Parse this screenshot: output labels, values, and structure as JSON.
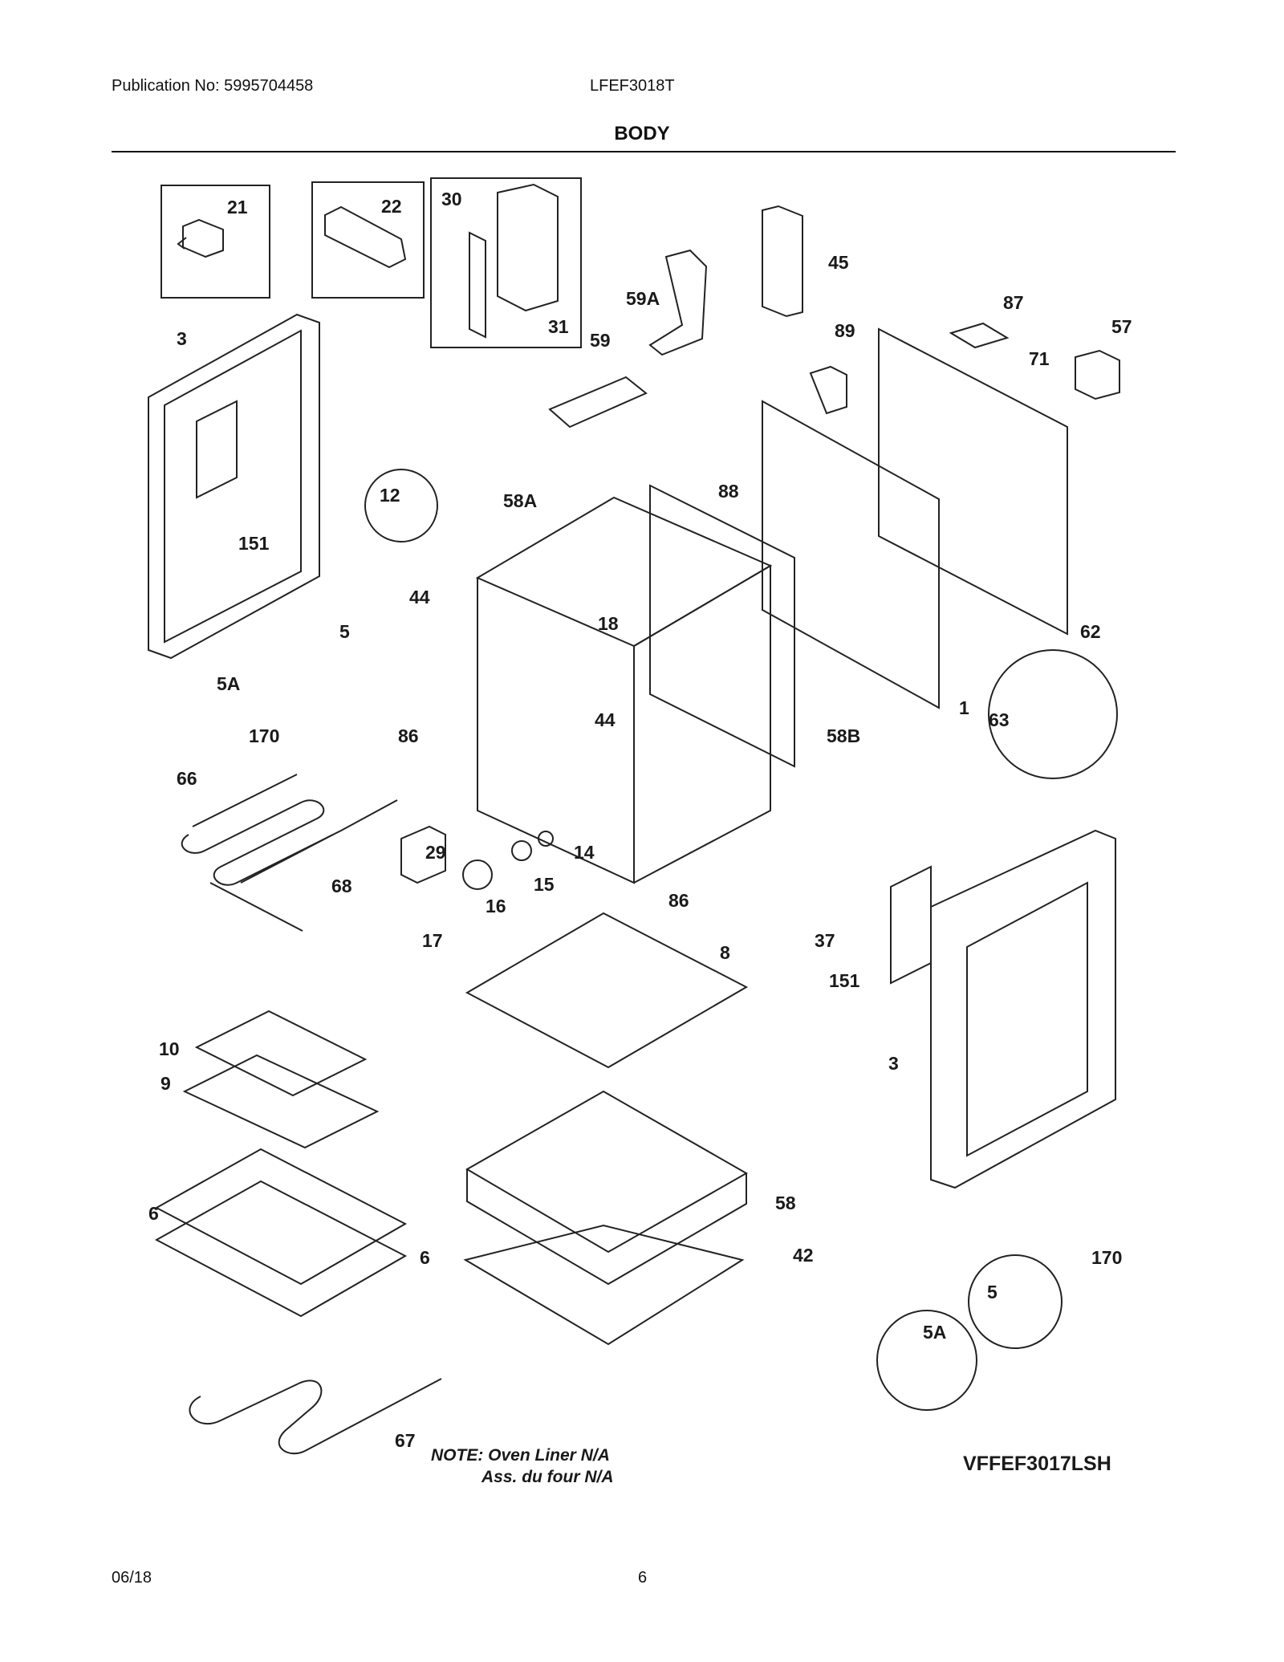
{
  "header": {
    "publication": "Publication No: 5995704458",
    "model": "LFEF3018T",
    "section_title": "BODY"
  },
  "footer": {
    "date": "06/18",
    "page_number": "6"
  },
  "diagram": {
    "callouts": [
      "21",
      "22",
      "30",
      "31",
      "45",
      "59A",
      "59",
      "87",
      "57",
      "89",
      "71",
      "3",
      "151",
      "12",
      "58A",
      "88",
      "44",
      "18",
      "5",
      "62",
      "5A",
      "63",
      "1",
      "86",
      "170",
      "44",
      "58B",
      "66",
      "29",
      "14",
      "15",
      "86",
      "16",
      "68",
      "17",
      "37",
      "8",
      "151",
      "10",
      "9",
      "3",
      "6",
      "58",
      "6",
      "42",
      "170",
      "5",
      "5A",
      "67"
    ],
    "note_line1": "NOTE: Oven Liner N/A",
    "note_line2": "Ass. du four N/A",
    "diagram_code": "VFFEF3017LSH"
  }
}
